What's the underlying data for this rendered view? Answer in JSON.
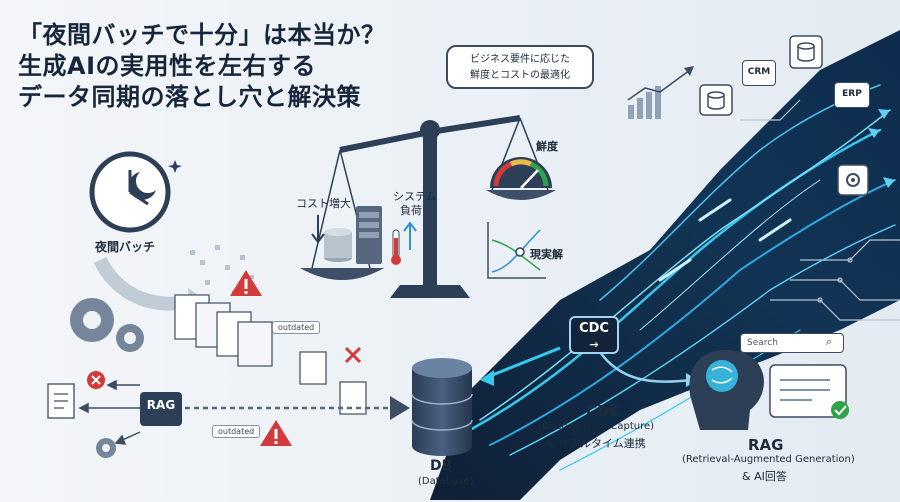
{
  "title": {
    "line1": "「夜間バッチで十分」は本当か？",
    "line2": "生成AIの実用性を左右する",
    "line3": "データ同期の落とし穴と解決策"
  },
  "bubble": {
    "line1": "ビジネス要件に応じた",
    "line2": "鮮度とコストの最適化"
  },
  "scale": {
    "cost_label": "コスト増大",
    "system_label_1": "システム",
    "system_label_2": "負荷",
    "freshness_label": "鮮度",
    "realistic_label": "現実解"
  },
  "batch": {
    "label": "夜間バッチ"
  },
  "tags": {
    "outdated_1": "outdated",
    "outdated_2": "outdated"
  },
  "rag_left": {
    "label": "RAG"
  },
  "db": {
    "label": "DB",
    "sub": "(Database)"
  },
  "cdc": {
    "box_label": "CDC",
    "label": "CDC",
    "sub1": "(Change Data Capture)",
    "sub2": "& リアルタイム連携"
  },
  "rag_right": {
    "label": "RAG",
    "sub1": "(Retrieval-Augmented Generation)",
    "sub2": "& AI回答"
  },
  "apps": {
    "crm": "CRM",
    "erp": "ERP"
  },
  "search": {
    "placeholder": "Search"
  },
  "colors": {
    "dark_band": "#112a45",
    "stream": "#37c8f0",
    "warning": "#d33b3b",
    "ok": "#2fa24a"
  }
}
